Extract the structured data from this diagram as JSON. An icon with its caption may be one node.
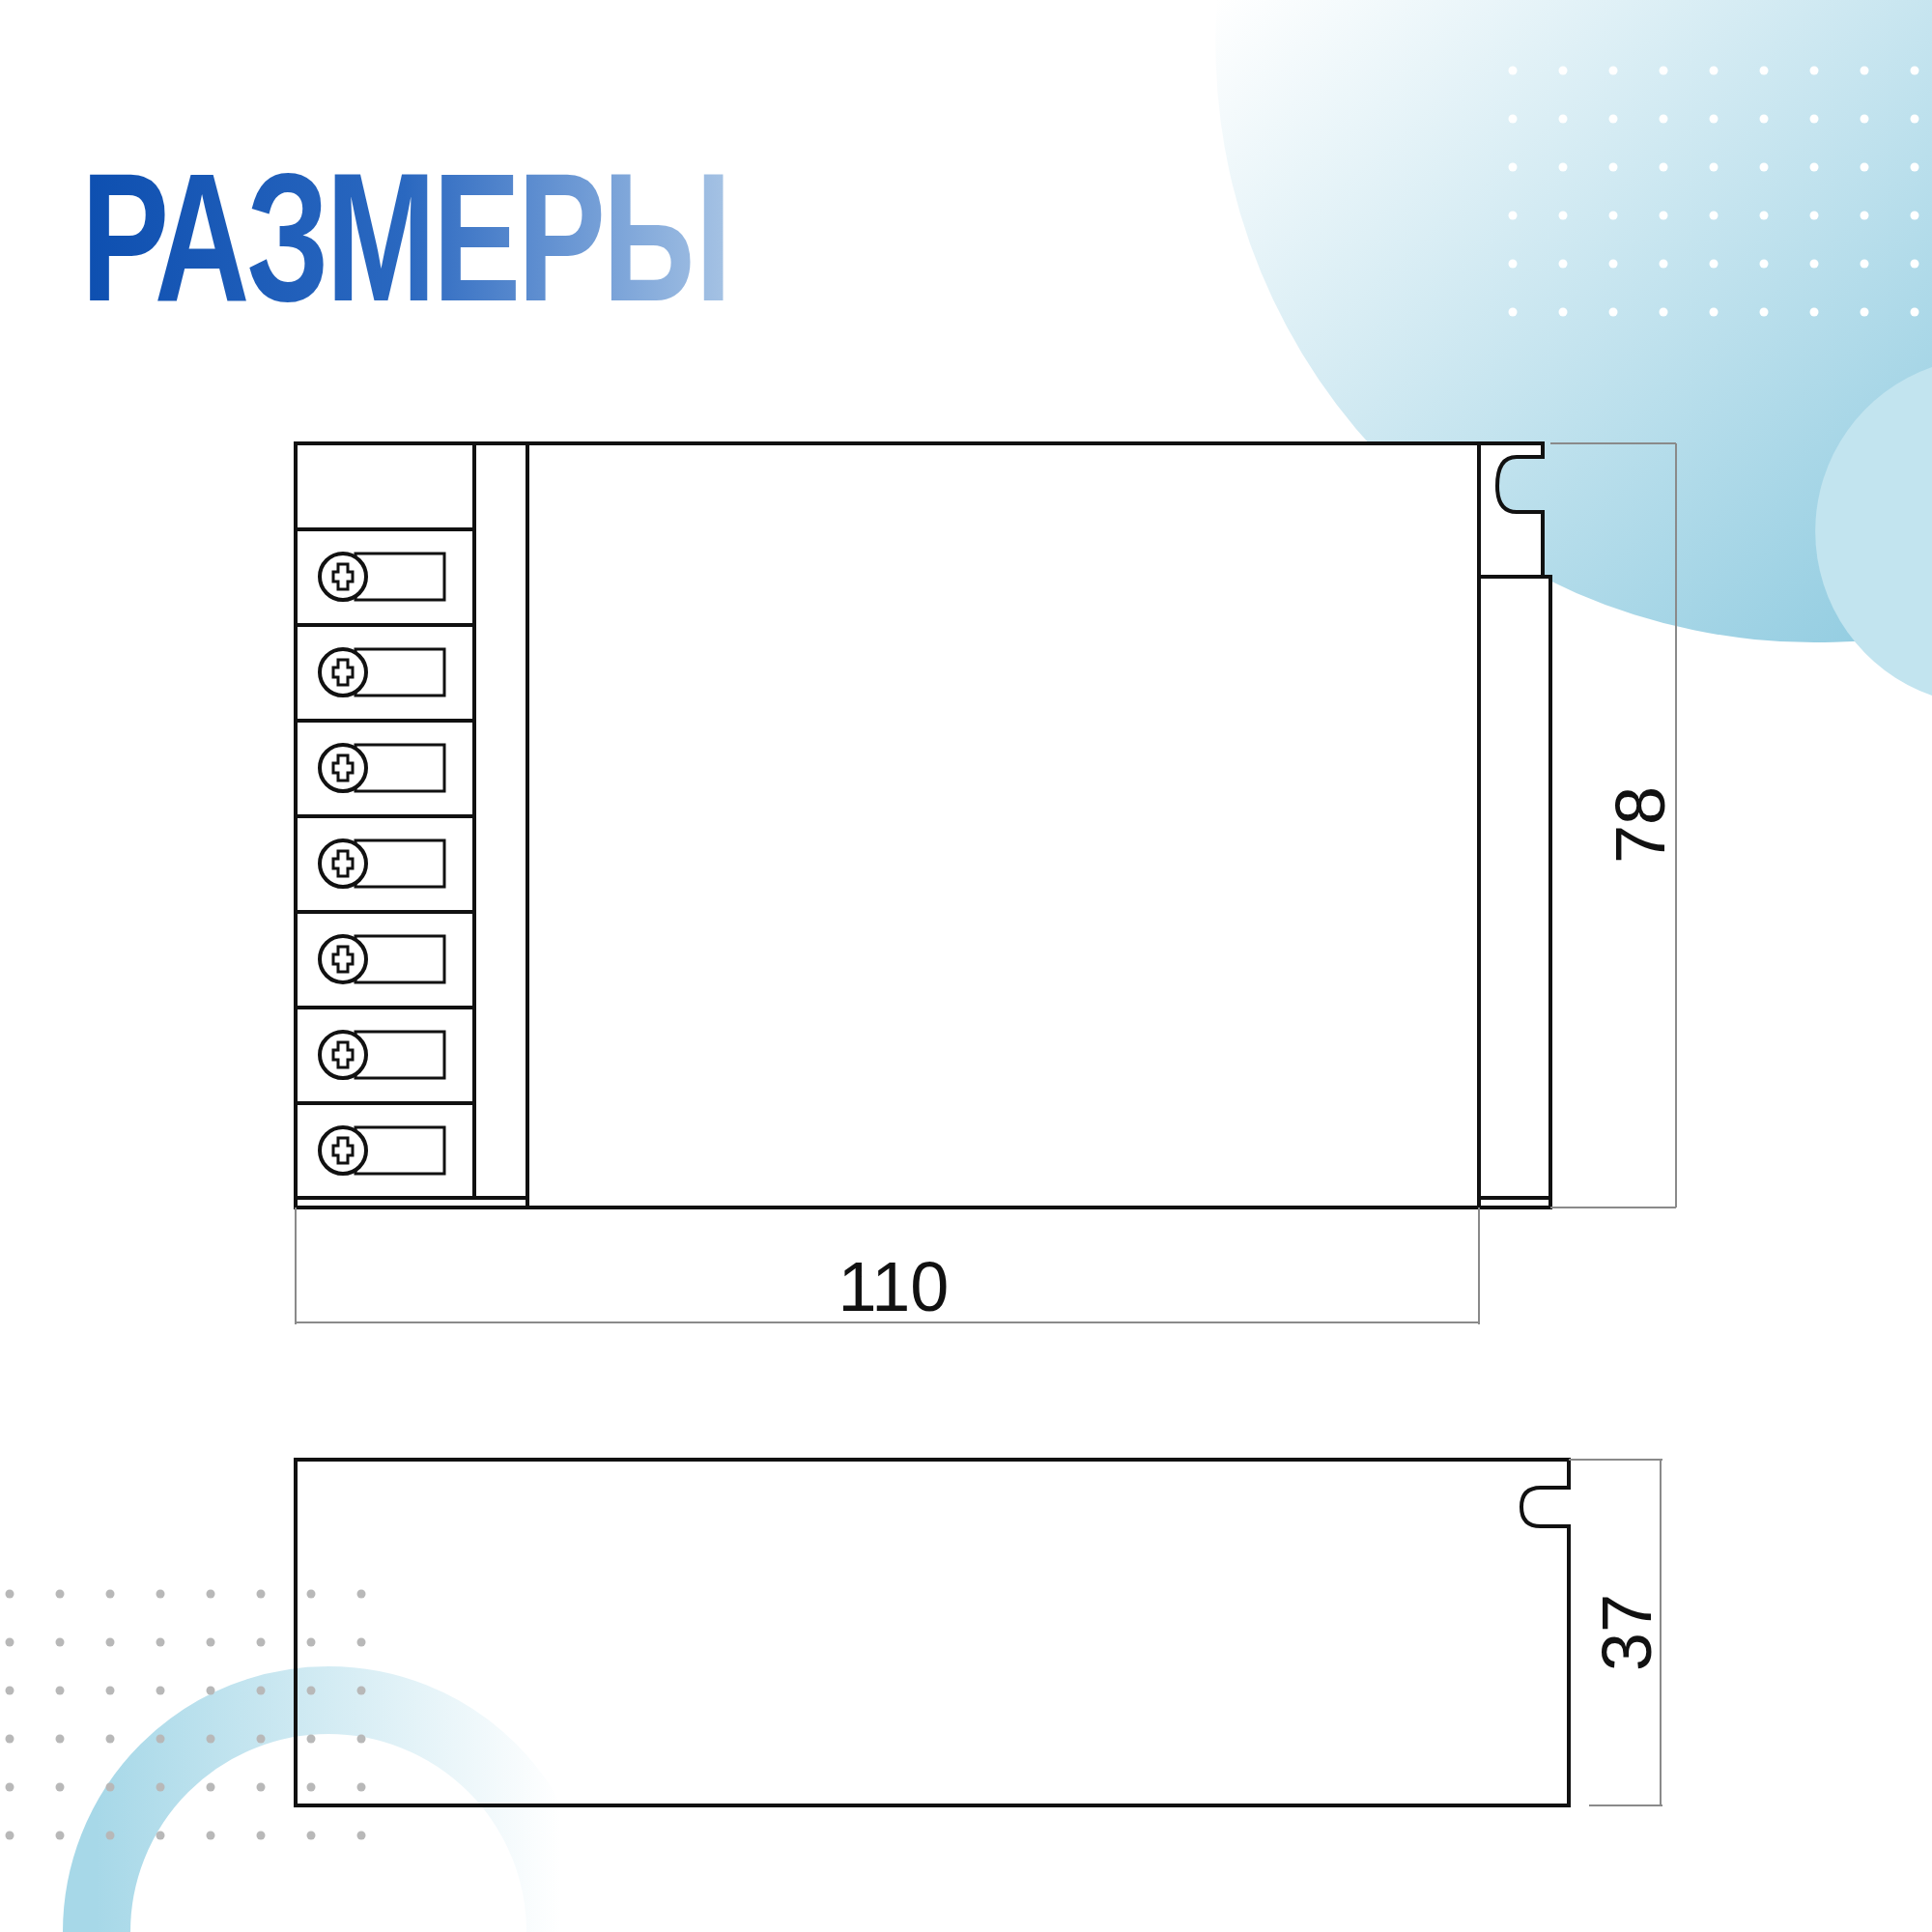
{
  "diagram": {
    "title": "РАЗМЕРЫ",
    "labels": [
      "78",
      "110",
      "37"
    ]
  }
}
